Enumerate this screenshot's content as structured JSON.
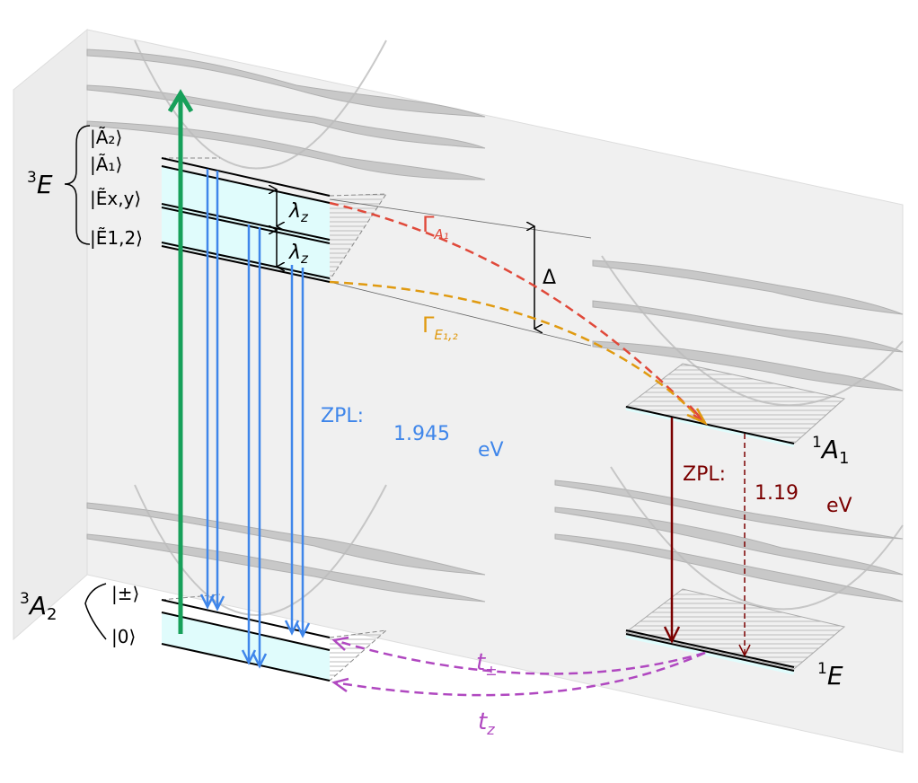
{
  "states": {
    "triplet_excited": {
      "label": "E",
      "superscript": "3",
      "sublevels": [
        "|Ã₂⟩",
        "|Ã₁⟩",
        "|Ẽx,y⟩",
        "|Ẽ1,2⟩"
      ]
    },
    "triplet_ground": {
      "label": "A",
      "subscript": "2",
      "superscript": "3",
      "sublevels": [
        "|±⟩",
        "|0⟩"
      ]
    },
    "singlet_upper": {
      "label": "A",
      "subscript": "1",
      "superscript": "1"
    },
    "singlet_lower": {
      "label": "E",
      "superscript": "1"
    }
  },
  "splittings": {
    "lambda": "λ",
    "lambda_sub": "z",
    "delta": "Δ"
  },
  "rates": {
    "gamma_a1": {
      "symbol": "Γ",
      "sub": "A₁",
      "color": "#e0493a"
    },
    "gamma_e12": {
      "symbol": "Γ",
      "sub": "E₁,₂",
      "color": "#e09a10"
    },
    "t_pm": {
      "symbol": "t",
      "sub": "±",
      "color": "#b048c0"
    },
    "t_z": {
      "symbol": "t",
      "sub": "z",
      "color": "#b048c0"
    }
  },
  "zpl_triplet": {
    "prefix": "ZPL:",
    "value": "1.945",
    "unit": "eV",
    "color": "#3f86ea"
  },
  "zpl_singlet": {
    "prefix": "ZPL:",
    "value": "1.19",
    "unit": "eV",
    "color": "#7a0000"
  },
  "colors": {
    "excitation": "#17a05a",
    "emission": "#3f86ea",
    "band": "#e0fcfc"
  }
}
